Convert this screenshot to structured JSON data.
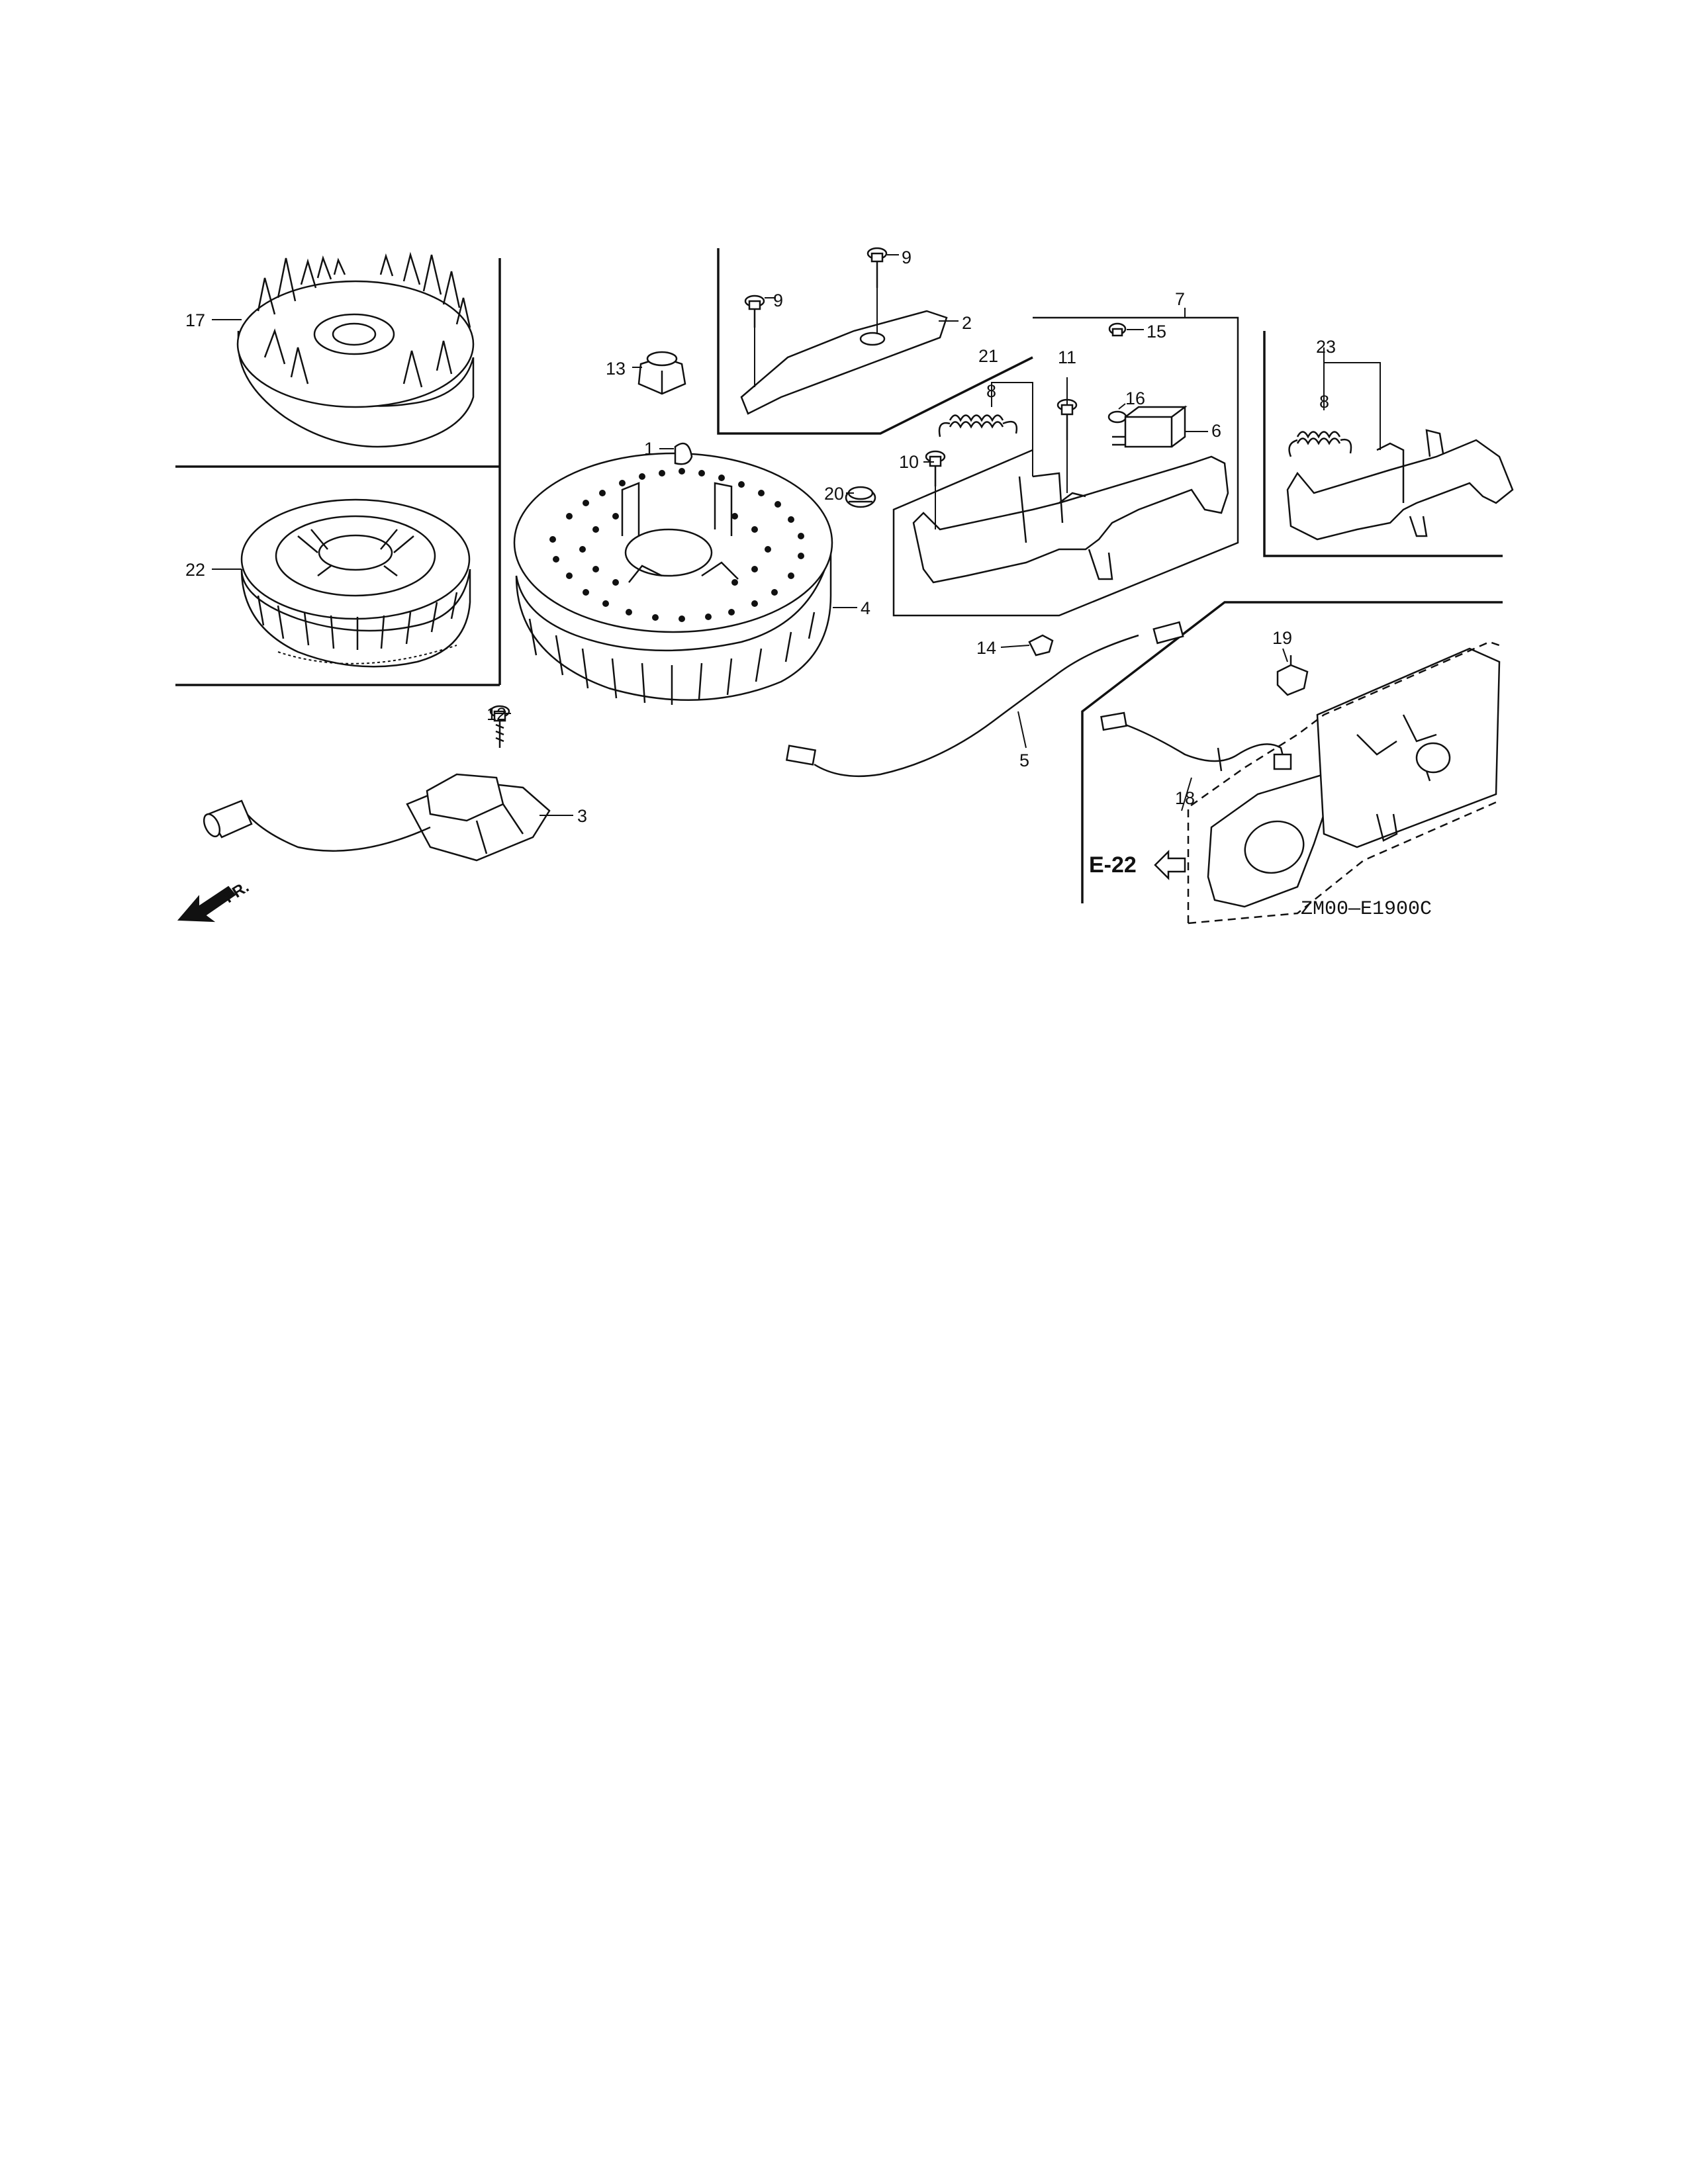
{
  "labels": {
    "p1": "1",
    "p2": "2",
    "p3": "3",
    "p4": "4",
    "p5": "5",
    "p6": "6",
    "p7": "7",
    "p8a": "8",
    "p8b": "8",
    "p9a": "9",
    "p9b": "9",
    "p10": "10",
    "p11": "11",
    "p12": "12",
    "p13": "13",
    "p14": "14",
    "p15": "15",
    "p16": "16",
    "p17": "17",
    "p18": "18",
    "p19": "19",
    "p20": "20",
    "p21": "21",
    "p22": "22",
    "p23": "23"
  },
  "page_ref": "E-22",
  "front_label": "FR.",
  "diagram_code": "ZM00—E1900C"
}
